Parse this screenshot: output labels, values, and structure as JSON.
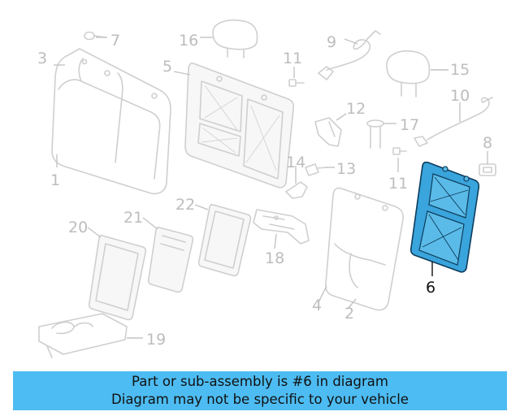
{
  "diagram": {
    "highlight_color": "#3aa4dc",
    "callouts": [
      {
        "id": "1",
        "label": "1"
      },
      {
        "id": "2",
        "label": "2"
      },
      {
        "id": "3",
        "label": "3"
      },
      {
        "id": "4",
        "label": "4"
      },
      {
        "id": "5",
        "label": "5"
      },
      {
        "id": "6",
        "label": "6",
        "highlighted": true
      },
      {
        "id": "7",
        "label": "7"
      },
      {
        "id": "8",
        "label": "8"
      },
      {
        "id": "9",
        "label": "9"
      },
      {
        "id": "10",
        "label": "10"
      },
      {
        "id": "11a",
        "label": "11"
      },
      {
        "id": "11b",
        "label": "11"
      },
      {
        "id": "12",
        "label": "12"
      },
      {
        "id": "13",
        "label": "13"
      },
      {
        "id": "14",
        "label": "14"
      },
      {
        "id": "15",
        "label": "15"
      },
      {
        "id": "16",
        "label": "16"
      },
      {
        "id": "17",
        "label": "17"
      },
      {
        "id": "18",
        "label": "18"
      },
      {
        "id": "19",
        "label": "19"
      },
      {
        "id": "20",
        "label": "20"
      },
      {
        "id": "21",
        "label": "21"
      },
      {
        "id": "22",
        "label": "22"
      }
    ]
  },
  "banner": {
    "background": "#4dbcf2",
    "line1": "Part or sub-assembly is #6 in diagram",
    "line2": "Diagram may not be specific to your vehicle"
  }
}
